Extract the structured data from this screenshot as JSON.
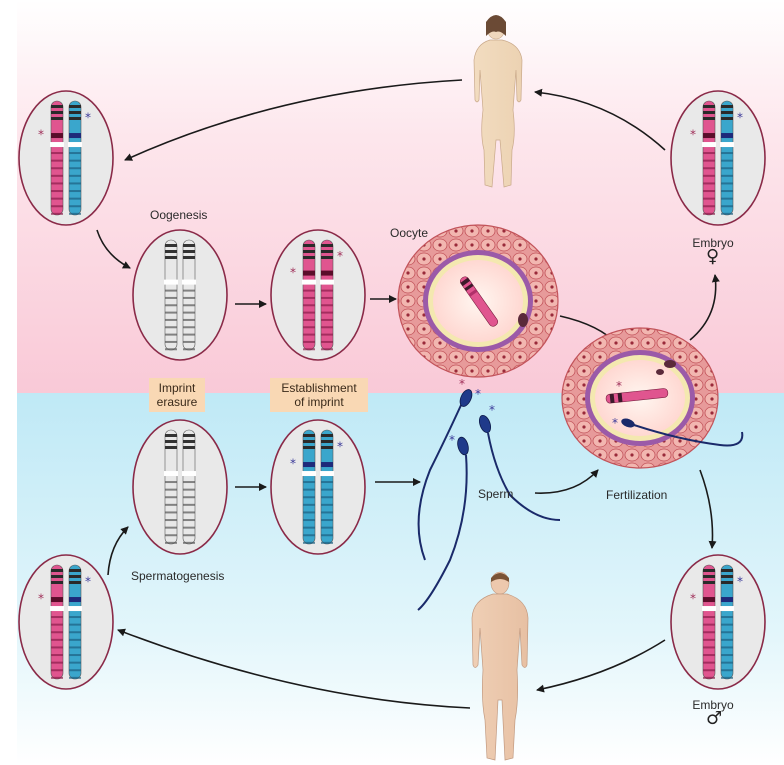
{
  "labels": {
    "oogenesis": "Oogenesis",
    "oocyte": "Oocyte",
    "imprint_erasure_line1": "Imprint",
    "imprint_erasure_line2": "erasure",
    "establishment_line1": "Establishment",
    "establishment_line2": "of imprint",
    "sperm": "Sperm",
    "fertilization": "Fertilization",
    "spermatogenesis": "Spermatogenesis",
    "embryo_female": "Embryo",
    "embryo_male": "Embryo",
    "female_symbol": "♀",
    "male_symbol": "♂",
    "imprint_mark": "*"
  },
  "colors": {
    "maternal_background": "#fbd3de",
    "paternal_background": "#cdeff8",
    "maternal_chromosome": "#e0558f",
    "paternal_chromosome": "#3aa6cc",
    "erased_chromosome": "#e8e8e8",
    "imprint_marker_maternal": "#a0305a",
    "imprint_marker_paternal": "#3b3a99",
    "oval_border": "#8a2a48",
    "label_box": "#f9d8b4",
    "sperm": "#1a2a6a"
  }
}
